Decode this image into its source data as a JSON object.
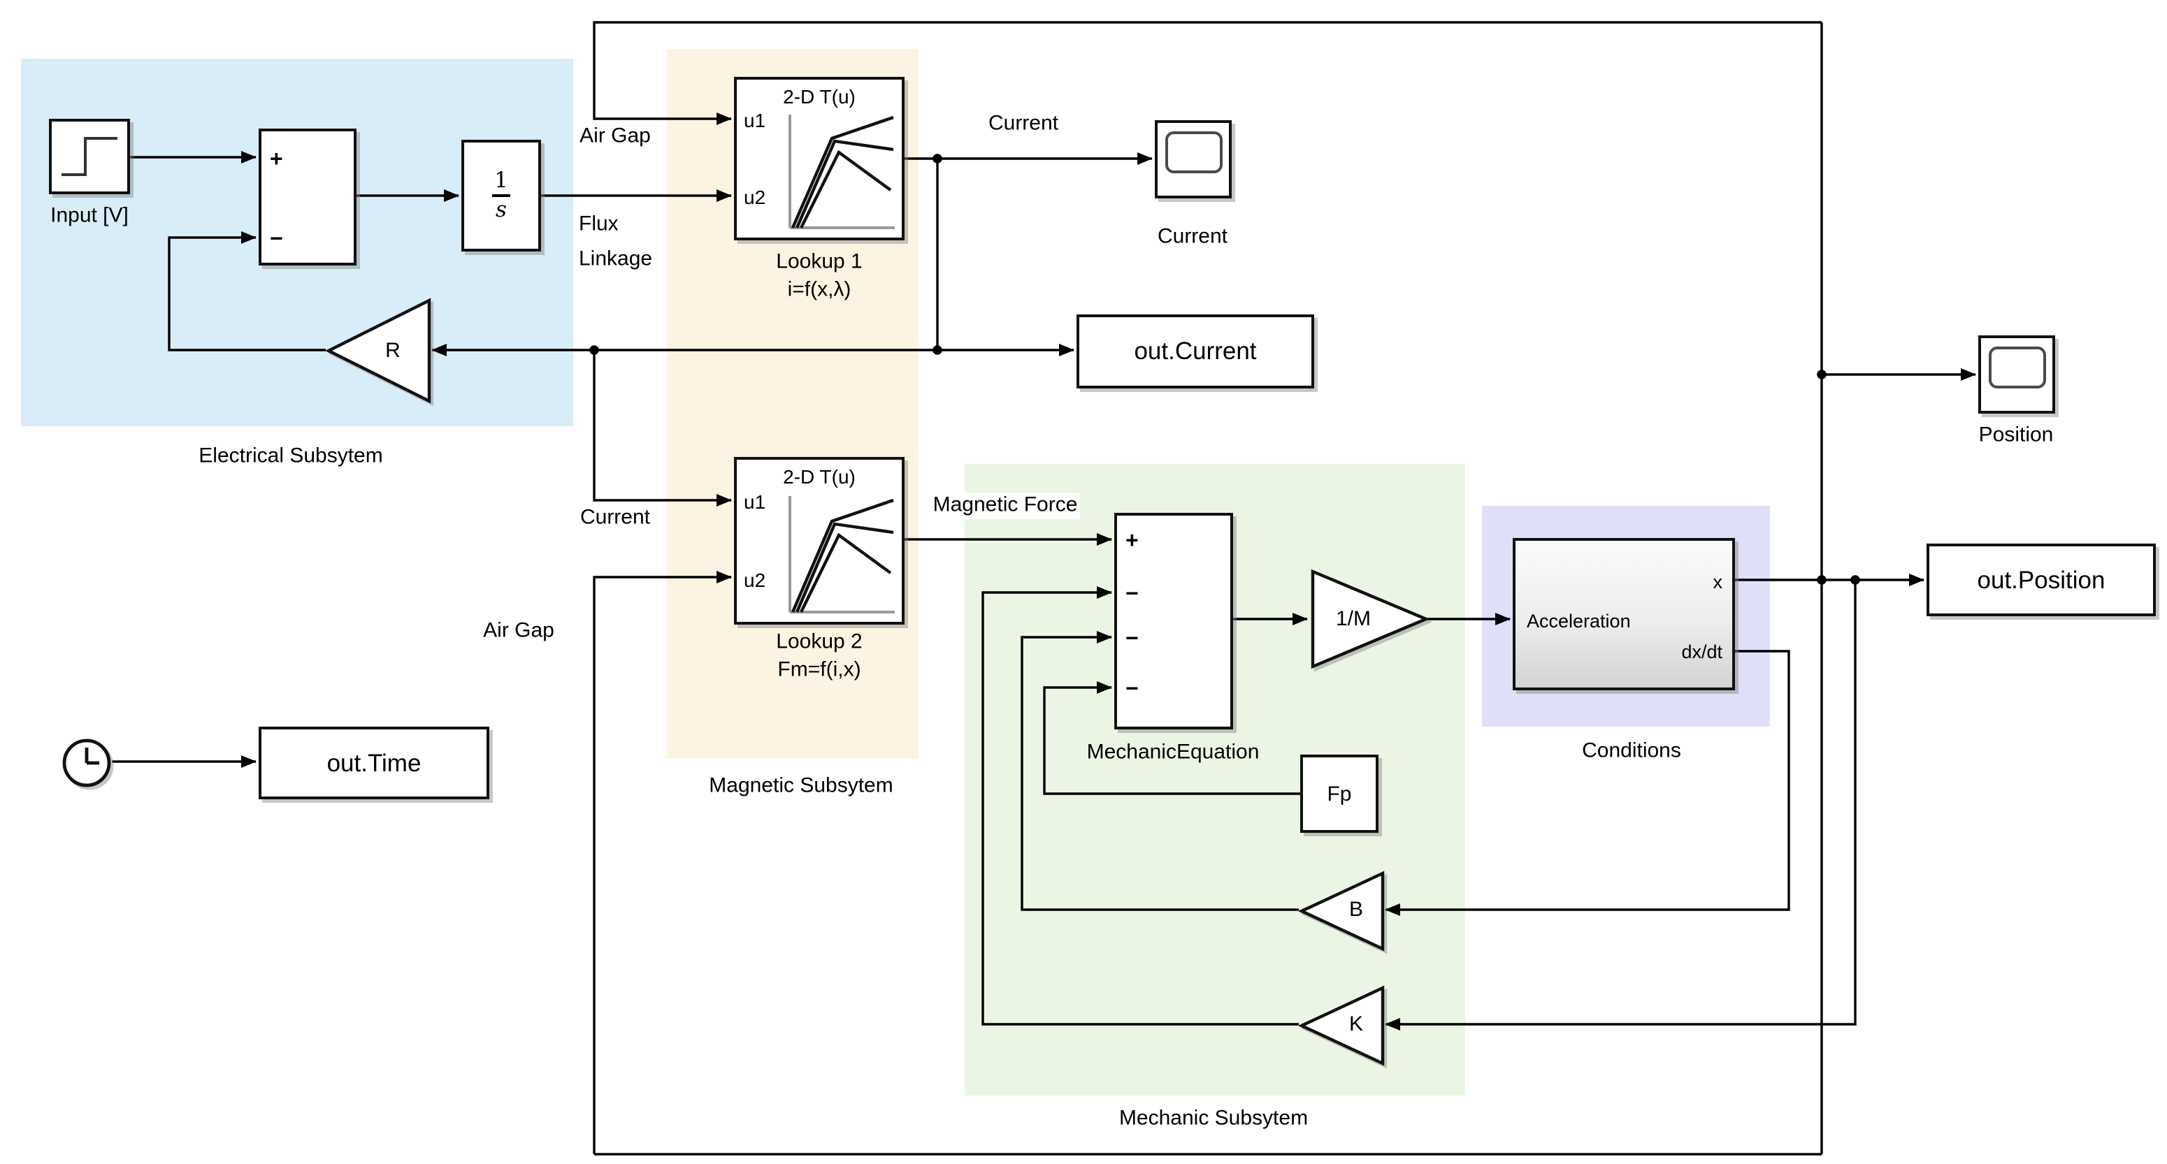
{
  "colors": {
    "electrical_bg": "#d9edf8",
    "magnetic_bg": "#fdf3e2",
    "mechanic_bg": "#ebf5e4",
    "conditions_bg": "#dfe0f7",
    "wire": "#000000",
    "block_border": "#111111",
    "block_fill": "#ffffff"
  },
  "regions": {
    "electrical": {
      "label": "Electrical Subsytem"
    },
    "magnetic": {
      "label": "Magnetic Subsytem"
    },
    "mechanic": {
      "label": "Mechanic Subsytem"
    }
  },
  "blocks": {
    "step": {
      "label": "Input [V]",
      "icon": "step-signal-icon"
    },
    "sum_electrical": {
      "signs": [
        "+",
        "−"
      ]
    },
    "integrator": {
      "numerator": "1",
      "denominator": "s"
    },
    "gain_r": {
      "label": "R"
    },
    "lookup1": {
      "header": "2-D T(u)",
      "port1": "u1",
      "port2": "u2",
      "name": "Lookup 1",
      "equation": "i=f(x,λ)"
    },
    "scope_current": {
      "label": "Current",
      "icon": "scope-icon"
    },
    "out_current": {
      "label": "out.Current"
    },
    "lookup2": {
      "header": "2-D T(u)",
      "port1": "u1",
      "port2": "u2",
      "name": "Lookup 2",
      "equation": "Fm=f(i,x)"
    },
    "mechanic_equation": {
      "name": "MechanicEquation",
      "signs": [
        "+",
        "−",
        "−",
        "−"
      ]
    },
    "gain_1m": {
      "label": "1/M"
    },
    "conditions": {
      "name": "Conditions",
      "input_label": "Acceleration",
      "output1": "x",
      "output2": "dx/dt"
    },
    "gain_fp": {
      "label": "Fp"
    },
    "gain_b": {
      "label": "B"
    },
    "gain_k": {
      "label": "K"
    },
    "scope_position": {
      "label": "Position",
      "icon": "scope-icon"
    },
    "out_position": {
      "label": "out.Position"
    },
    "out_time": {
      "label": "out.Time",
      "icon": "clock-icon"
    }
  },
  "wire_labels": {
    "air_gap_top": "Air Gap",
    "flux_line1": "Flux",
    "flux_line2": "Linkage",
    "current_top": "Current",
    "current_mid": "Current",
    "air_gap_bottom": "Air Gap",
    "magnetic_force": "Magnetic Force"
  }
}
